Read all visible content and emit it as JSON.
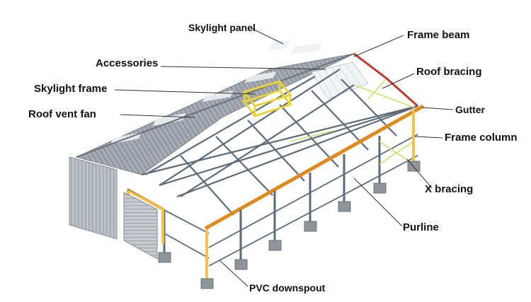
{
  "labels": {
    "skylight_panel": "Skylight panel",
    "frame_beam": "Frame beam",
    "accessories": "Accessories",
    "roof_bracing": "Roof bracing",
    "skylight_frame": "Skylight frame",
    "gutter": "Gutter",
    "roof_vent_fan": "Roof vent fan",
    "frame_column": "Frame column",
    "x_bracing": "X bracing",
    "purline": "Purline",
    "pvc_downspout": "PVC downspout"
  },
  "colors": {
    "roof_sheet": "#a7acb4",
    "roof_sheet_dark": "#8d939b",
    "skylight": "#eef1f4",
    "steel": "#5d6a78",
    "frame_beam": "#c0392b",
    "gutter": "#e08a1e",
    "frame_column": "#f2c24b",
    "skylight_frame": "#e8d43a",
    "x_bracing": "#cfe06a",
    "footing": "#8f949a",
    "wall_panel": "#b9bec4",
    "leader_line": "#333333"
  }
}
